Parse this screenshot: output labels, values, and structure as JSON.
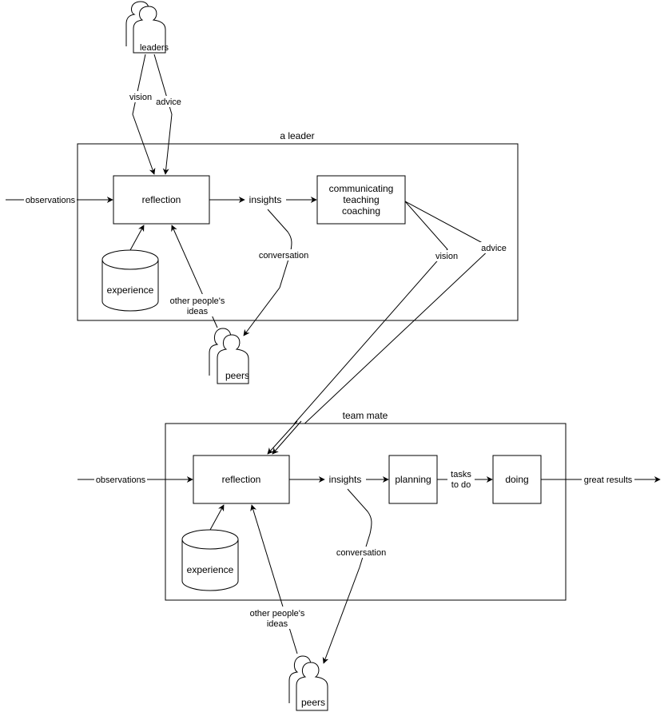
{
  "leader_section": {
    "container_title": "a leader",
    "actor_top": "leaders",
    "edge_vision_in": "vision",
    "edge_advice_in": "advice",
    "edge_observations": "observations",
    "reflection": "reflection",
    "insights": "insights",
    "communicating": [
      "communicating",
      "teaching",
      "coaching"
    ],
    "experience": "experience",
    "conversation": "conversation",
    "other_ideas": [
      "other people's",
      "ideas"
    ],
    "peers": "peers",
    "edge_vision_out": "vision",
    "edge_advice_out": "advice"
  },
  "team_section": {
    "container_title": "team mate",
    "edge_observations": "observations",
    "reflection": "reflection",
    "insights": "insights",
    "planning": "planning",
    "tasks": [
      "tasks",
      "to do"
    ],
    "doing": "doing",
    "great_results": "great results",
    "experience": "experience",
    "conversation": "conversation",
    "other_ideas": [
      "other people's",
      "ideas"
    ],
    "peers": "peers"
  }
}
